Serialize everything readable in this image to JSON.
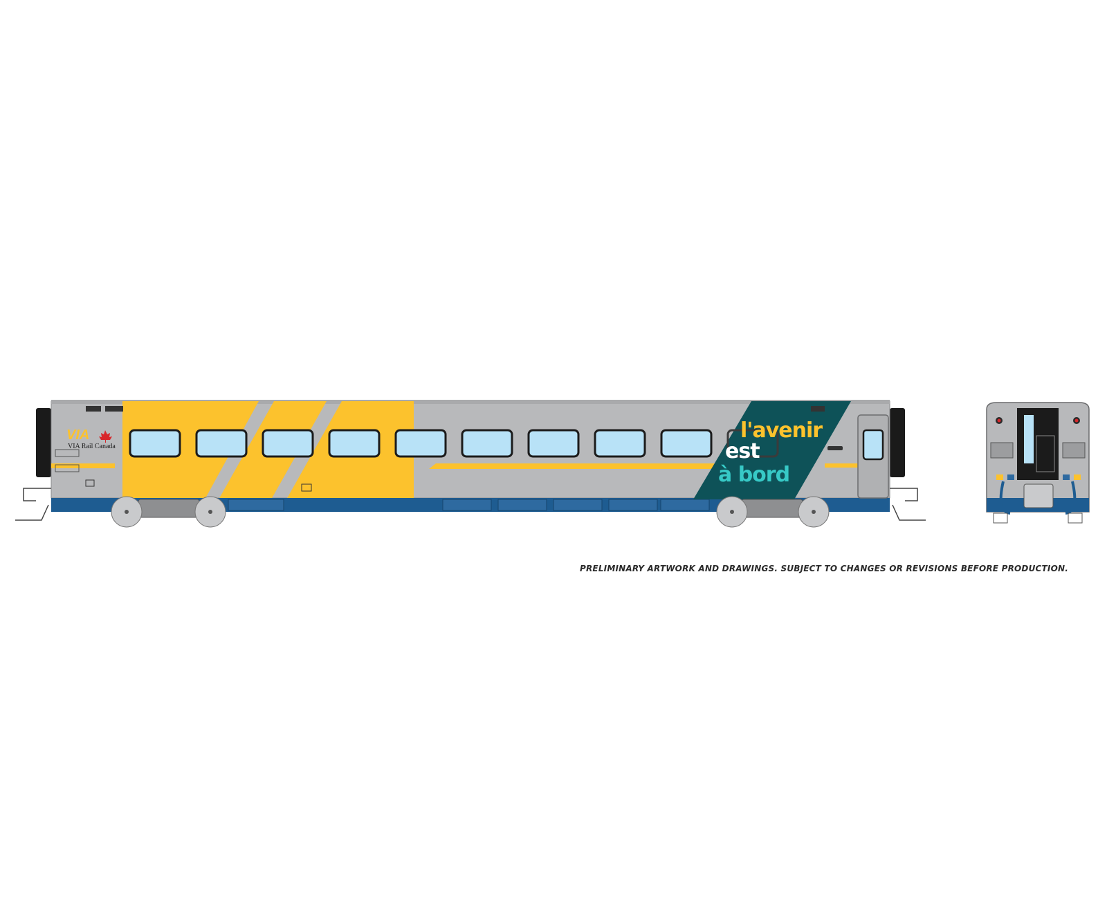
{
  "livery": {
    "brand_wordmark": "VIA",
    "brand_name": "VIA Rail Canada",
    "slogan_line1": "l'avenir",
    "slogan_line2": "est",
    "slogan_line3": "à bord"
  },
  "disclaimer": "PRELIMINARY ARTWORK AND DRAWINGS. SUBJECT TO CHANGES OR REVISIONS BEFORE PRODUCTION.",
  "colors": {
    "body_silver": "#b8b9bb",
    "via_yellow": "#fcc22d",
    "window_blue": "#b8e2f7",
    "skirt_blue": "#1e5c91",
    "slogan_teal": "#0e5258",
    "slogan_yellow": "#fcc22d",
    "slogan_aqua": "#37c9c6",
    "truck_gray": "#c9cacc"
  },
  "icons": {
    "maple_leaf": "maple-leaf-icon",
    "coupler": "coupler-icon",
    "wheel": "wheel-icon"
  }
}
